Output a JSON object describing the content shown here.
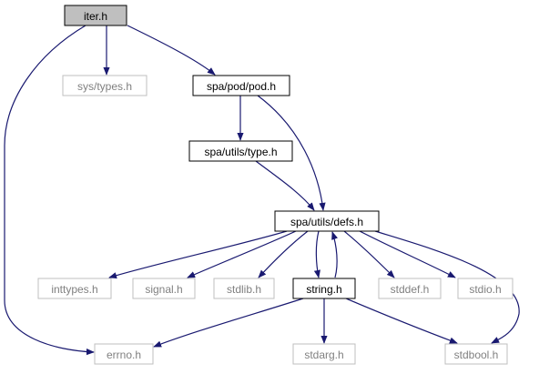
{
  "graph": {
    "nodes": [
      {
        "id": "iter",
        "label": "iter.h",
        "style": "focus"
      },
      {
        "id": "systypes",
        "label": "sys/types.h",
        "style": "external"
      },
      {
        "id": "pod",
        "label": "spa/pod/pod.h",
        "style": "internal"
      },
      {
        "id": "type",
        "label": "spa/utils/type.h",
        "style": "internal"
      },
      {
        "id": "defs",
        "label": "spa/utils/defs.h",
        "style": "internal"
      },
      {
        "id": "inttypes",
        "label": "inttypes.h",
        "style": "external"
      },
      {
        "id": "signal",
        "label": "signal.h",
        "style": "external"
      },
      {
        "id": "stdlib",
        "label": "stdlib.h",
        "style": "external"
      },
      {
        "id": "string",
        "label": "string.h",
        "style": "internal"
      },
      {
        "id": "stddef",
        "label": "stddef.h",
        "style": "external"
      },
      {
        "id": "stdio",
        "label": "stdio.h",
        "style": "external"
      },
      {
        "id": "errno",
        "label": "errno.h",
        "style": "external"
      },
      {
        "id": "stdarg",
        "label": "stdarg.h",
        "style": "external"
      },
      {
        "id": "stdbool",
        "label": "stdbool.h",
        "style": "external"
      }
    ],
    "edges": [
      {
        "from": "iter",
        "to": "systypes"
      },
      {
        "from": "iter",
        "to": "pod"
      },
      {
        "from": "iter",
        "to": "errno"
      },
      {
        "from": "pod",
        "to": "type"
      },
      {
        "from": "pod",
        "to": "defs"
      },
      {
        "from": "type",
        "to": "defs"
      },
      {
        "from": "defs",
        "to": "inttypes"
      },
      {
        "from": "defs",
        "to": "signal"
      },
      {
        "from": "defs",
        "to": "stdlib"
      },
      {
        "from": "defs",
        "to": "string"
      },
      {
        "from": "defs",
        "to": "stddef"
      },
      {
        "from": "defs",
        "to": "stdio"
      },
      {
        "from": "defs",
        "to": "stdbool"
      },
      {
        "from": "string",
        "to": "defs"
      },
      {
        "from": "string",
        "to": "errno"
      },
      {
        "from": "string",
        "to": "stdarg"
      },
      {
        "from": "string",
        "to": "stdbool"
      }
    ],
    "colors": {
      "edge": "#191970",
      "focus_fill": "#bfbfbf",
      "internal_stroke": "#000000",
      "external_stroke": "#bfbfbf",
      "external_text": "#000000"
    }
  }
}
